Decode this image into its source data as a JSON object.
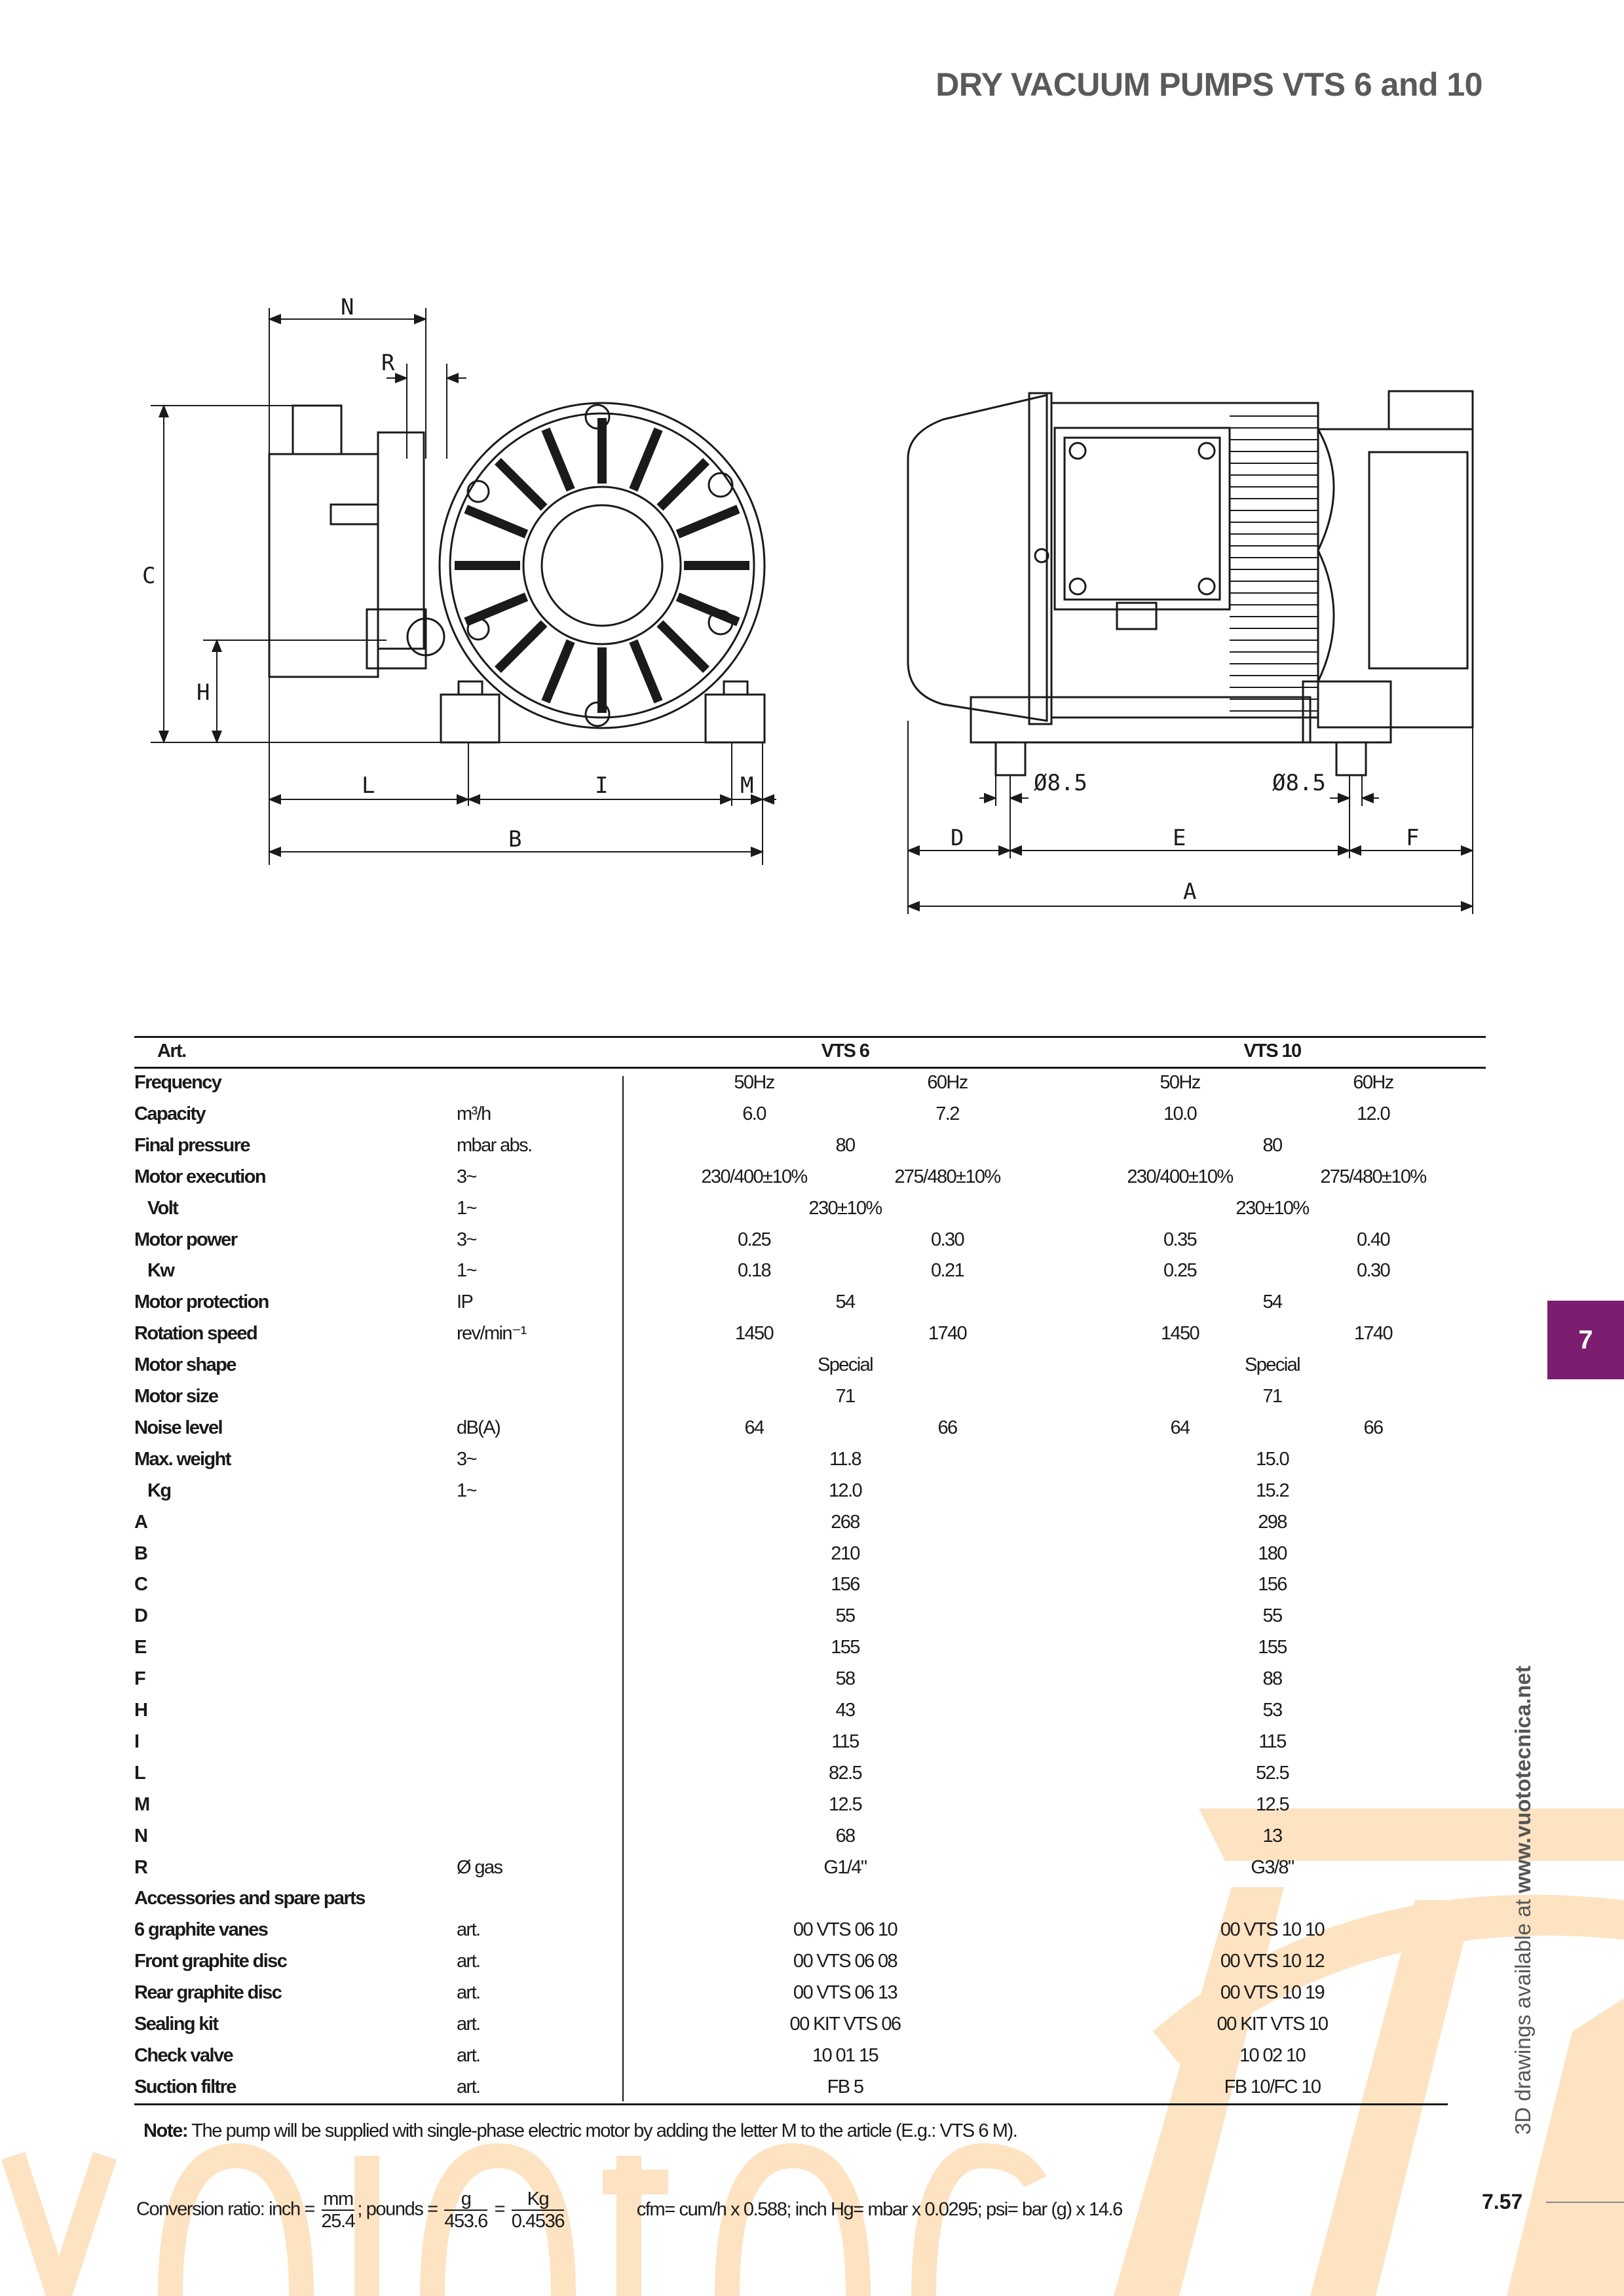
{
  "page": {
    "title": "DRY VACUUM PUMPS VTS 6 and 10",
    "chapter_tab": "7",
    "page_number": "7.57",
    "side_text_prefix": "3D drawings available at ",
    "side_text_url": "www.vuototecnica.net",
    "watermark_text": "vuototecnica",
    "colors": {
      "accent": "#7d1d6f",
      "watermark": "#fde3c2",
      "text": "#1a1a1a",
      "title": "#5a5a5a"
    }
  },
  "drawing": {
    "front_view": {
      "N": "N",
      "R": "R",
      "C": "C",
      "H": "H",
      "L": "L",
      "I": "I",
      "M": "M",
      "B": "B"
    },
    "side_view": {
      "hole_left": "Ø8.5",
      "hole_right": "Ø8.5",
      "D": "D",
      "E": "E",
      "F": "F",
      "A": "A"
    }
  },
  "table": {
    "header": {
      "art": "Art.",
      "model1": "VTS 6",
      "model2": "VTS 10"
    },
    "rows": [
      {
        "label": "Frequency",
        "unit": "",
        "m1": [
          "50Hz",
          "60Hz"
        ],
        "m2": [
          "50Hz",
          "60Hz"
        ]
      },
      {
        "label": "Capacity",
        "unit": "m³/h",
        "m1": [
          "6.0",
          "7.2"
        ],
        "m2": [
          "10.0",
          "12.0"
        ]
      },
      {
        "label": "Final pressure",
        "unit": "mbar abs.",
        "m1": "80",
        "m2": "80"
      },
      {
        "label": "Motor execution",
        "unit": "3~",
        "m1": [
          "230/400±10%",
          "275/480±10%"
        ],
        "m2": [
          "230/400±10%",
          "275/480±10%"
        ]
      },
      {
        "label": "Volt",
        "indent": true,
        "unit": "1~",
        "m1": "230±10%",
        "m2": "230±10%"
      },
      {
        "label": "Motor power",
        "unit": "3~",
        "m1": [
          "0.25",
          "0.30"
        ],
        "m2": [
          "0.35",
          "0.40"
        ]
      },
      {
        "label": "Kw",
        "indent": true,
        "unit": "1~",
        "m1": [
          "0.18",
          "0.21"
        ],
        "m2": [
          "0.25",
          "0.30"
        ]
      },
      {
        "label": "Motor protection",
        "unit": "IP",
        "m1": "54",
        "m2": "54"
      },
      {
        "label": "Rotation speed",
        "unit": "rev/min⁻¹",
        "m1": [
          "1450",
          "1740"
        ],
        "m2": [
          "1450",
          "1740"
        ]
      },
      {
        "label": "Motor shape",
        "unit": "",
        "m1": "Special",
        "m2": "Special"
      },
      {
        "label": "Motor size",
        "unit": "",
        "m1": "71",
        "m2": "71"
      },
      {
        "label": "Noise level",
        "unit": "dB(A)",
        "m1": [
          "64",
          "66"
        ],
        "m2": [
          "64",
          "66"
        ]
      },
      {
        "label": "Max. weight",
        "unit": "3~",
        "m1": "11.8",
        "m2": "15.0"
      },
      {
        "label": "Kg",
        "indent": true,
        "unit": "1~",
        "m1": "12.0",
        "m2": "15.2"
      },
      {
        "label": "A",
        "unit": "",
        "m1": "268",
        "m2": "298"
      },
      {
        "label": "B",
        "unit": "",
        "m1": "210",
        "m2": "180"
      },
      {
        "label": "C",
        "unit": "",
        "m1": "156",
        "m2": "156"
      },
      {
        "label": "D",
        "unit": "",
        "m1": "55",
        "m2": "55"
      },
      {
        "label": "E",
        "unit": "",
        "m1": "155",
        "m2": "155"
      },
      {
        "label": "F",
        "unit": "",
        "m1": "58",
        "m2": "88"
      },
      {
        "label": "H",
        "unit": "",
        "m1": "43",
        "m2": "53"
      },
      {
        "label": "I",
        "unit": "",
        "m1": "115",
        "m2": "115"
      },
      {
        "label": "L",
        "unit": "",
        "m1": "82.5",
        "m2": "52.5"
      },
      {
        "label": "M",
        "unit": "",
        "m1": "12.5",
        "m2": "12.5"
      },
      {
        "label": "N",
        "unit": "",
        "m1": "68",
        "m2": "13"
      },
      {
        "label": "R",
        "unit": "Ø gas",
        "m1": "G1/4\"",
        "m2": "G3/8\""
      },
      {
        "label": "Accessories and spare parts",
        "unit": "",
        "m1": "",
        "m2": ""
      },
      {
        "label": "6 graphite vanes",
        "unit": "art.",
        "m1": "00 VTS 06 10",
        "m2": "00 VTS 10 10"
      },
      {
        "label": "Front graphite disc",
        "unit": "art.",
        "m1": "00 VTS 06 08",
        "m2": "00 VTS 10 12"
      },
      {
        "label": "Rear graphite disc",
        "unit": "art.",
        "m1": "00 VTS 06 13",
        "m2": "00 VTS 10 19"
      },
      {
        "label": "Sealing kit",
        "unit": "art.",
        "m1": "00 KIT VTS 06",
        "m2": "00 KIT VTS 10"
      },
      {
        "label": "Check valve",
        "unit": "art.",
        "m1": "10 01 15",
        "m2": "10 02 10"
      },
      {
        "label": "Suction filtre",
        "unit": "art.",
        "m1": "FB 5",
        "m2": "FB 10/FC 10"
      }
    ]
  },
  "note": {
    "label": "Note:",
    "text": " The pump will be supplied with single-phase electric motor by adding the letter M to the article (E.g.: VTS 6 M)."
  },
  "conversion": {
    "prefix": "Conversion ratio: inch =",
    "inch_num": "mm",
    "inch_den": "25.4",
    "pounds": "; pounds =",
    "g_num": "g",
    "g_den": "453.6",
    "eq": "=",
    "kg_num": "Kg",
    "kg_den": "0.4536",
    "other": "cfm= cum/h x 0.588; inch Hg= mbar x 0.0295; psi= bar (g) x 14.6"
  }
}
